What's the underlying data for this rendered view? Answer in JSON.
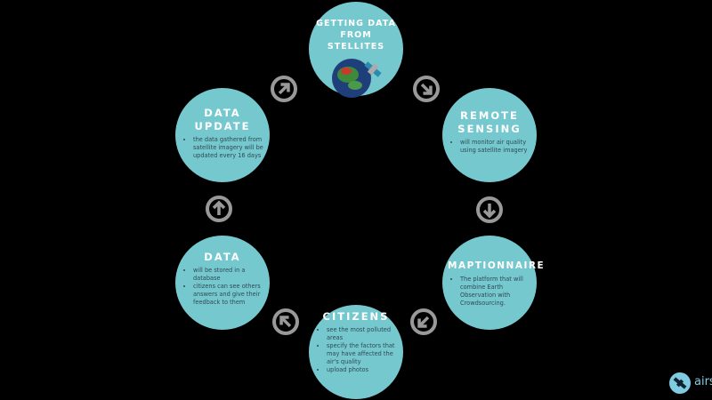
{
  "nodes": [
    {
      "title": "GETTING DATA FROM STELLITES",
      "bullets": []
    },
    {
      "title": "REMOTE SENSING",
      "bullets": [
        "will monitor air quality using satellite imagery"
      ]
    },
    {
      "title": "MAPTIONNAIRE",
      "bullets": [
        "The platform that will combine Earth Observation with Crowdsourcing."
      ]
    },
    {
      "title": "CITIZENS",
      "bullets": [
        "see the most polluted areas",
        "specify the factors that may have affected the air's quality",
        "upload photos"
      ]
    },
    {
      "title": "DATA",
      "bullets": [
        "will be stored in a database",
        "citizens can see others answers and give their feedback to them"
      ]
    },
    {
      "title": "DATA UPDATE",
      "bullets": [
        "the data gathered from satellite imagery will be updated every 16 days"
      ]
    }
  ],
  "logo": {
    "text": "airsat"
  },
  "colors": {
    "node": "#76c8cf",
    "arrow": "#999999"
  }
}
